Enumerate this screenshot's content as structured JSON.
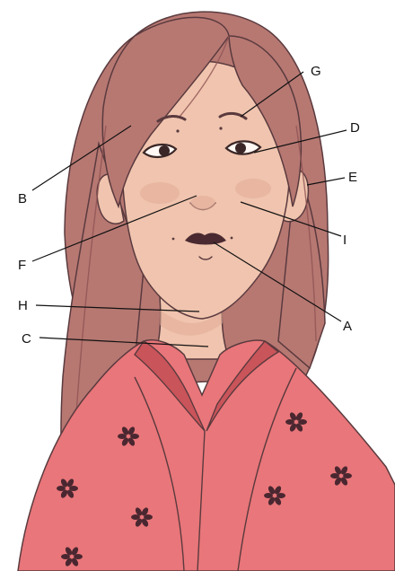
{
  "labels": {
    "A": "A",
    "B": "B",
    "C": "C",
    "D": "D",
    "E": "E",
    "F": "F",
    "G": "G",
    "H": "H",
    "I": "I"
  },
  "colors": {
    "hair": "#b77872",
    "hair_dark": "#8f5353",
    "skin": "#f0c4ae",
    "skin_shadow": "#e2ab97",
    "kimono": "#e9767a",
    "kimono_dark": "#c9545a",
    "flower": "#4a2730",
    "outline": "#5a3a3e",
    "lips": "#4a2a30",
    "eyes": "#3a2626"
  }
}
